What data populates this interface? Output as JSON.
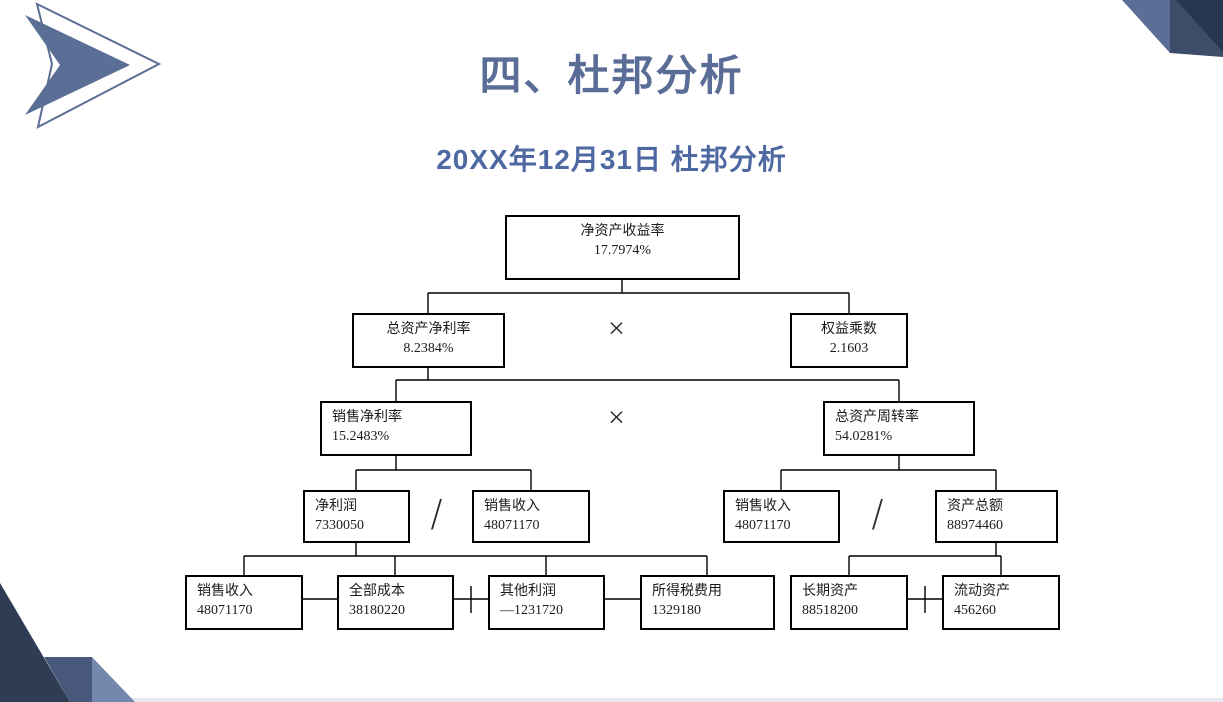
{
  "slide": {
    "title": "四、杜邦分析",
    "subtitle": "20XX年12月31日 杜邦分析"
  },
  "colors": {
    "title_text": "#5a6d97",
    "subtitle_text": "#4e69a2",
    "accent_slate": "#5b6e96",
    "accent_navy": "#3d4d69",
    "accent_navy_dark": "#2e3d53",
    "accent_light_slate": "#7487ac",
    "box_border": "#000000",
    "box_text": "#1c1c1c"
  },
  "diagram": {
    "nodes": [
      {
        "id": "roe",
        "label": "净资产收益率",
        "value": "17.7974%"
      },
      {
        "id": "ros",
        "label": "总资产净利率",
        "value": "8.2384%"
      },
      {
        "id": "em",
        "label": "权益乘数",
        "value": "2.1603"
      },
      {
        "id": "npm",
        "label": "销售净利率",
        "value": "15.2483%"
      },
      {
        "id": "tat",
        "label": "总资产周转率",
        "value": "54.0281%"
      },
      {
        "id": "np",
        "label": "净利润",
        "value": "7330050"
      },
      {
        "id": "rev1",
        "label": "销售收入",
        "value": "48071170"
      },
      {
        "id": "rev2",
        "label": "销售收入",
        "value": "48071170"
      },
      {
        "id": "ta",
        "label": "资产总额",
        "value": "88974460"
      },
      {
        "id": "rev3",
        "label": "销售收入",
        "value": "48071170"
      },
      {
        "id": "cost",
        "label": "全部成本",
        "value": "38180220"
      },
      {
        "id": "oth",
        "label": "其他利润",
        "value": "—1231720"
      },
      {
        "id": "tax",
        "label": "所得税费用",
        "value": "1329180"
      },
      {
        "id": "lta",
        "label": "长期资产",
        "value": "88518200"
      },
      {
        "id": "ca",
        "label": "流动资产",
        "value": "456260"
      }
    ],
    "operators": {
      "times": "×",
      "divide": "/"
    },
    "relations": [
      "净资产收益率 = 总资产净利率 × 权益乘数",
      "总资产净利率 = 销售净利率 × 总资产周转率",
      "销售净利率 = 净利润 / 销售收入",
      "总资产周转率 = 销售收入 / 资产总额",
      "净利润 = 销售收入 − 全部成本 + 其他利润 − 所得税费用",
      "资产总额 = 长期资产 + 流动资产"
    ]
  }
}
